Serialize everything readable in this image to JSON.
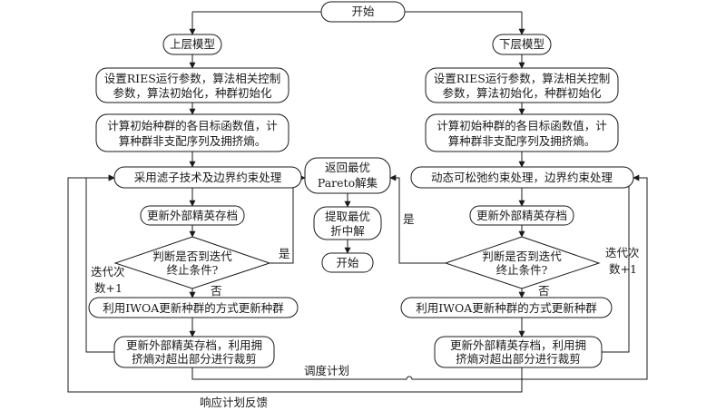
{
  "nodes": {
    "start": "开始",
    "upper_model": "上层模型",
    "lower_model": "下层模型",
    "upper_setup": [
      "设置RIES运行参数，算法相关控制",
      "参数，算法初始化，种群初始化"
    ],
    "lower_setup": [
      "设置RIES运行参数，算法相关控制",
      "参数，算法初始化，种群初始化"
    ],
    "upper_compute": [
      "计算初始种群的各目标函数值，计",
      "算种群非支配序列及拥挤熵。"
    ],
    "lower_compute": [
      "计算初始种群的各目标函数值，计",
      "算种群非支配序列及拥挤熵。"
    ],
    "upper_constraint": "采用滤子技术及边界约束处理",
    "lower_constraint": "动态可松弛约束处理，边界约束处理",
    "upper_update_archive": "更新外部精英存档",
    "lower_update_archive": "更新外部精英存档",
    "upper_decision": [
      "判断是否到迭代",
      "终止条件?"
    ],
    "lower_decision": [
      "判断是否到迭代",
      "终止条件?"
    ],
    "upper_iwoa": "利用IWOA更新种群的方式更新种群",
    "lower_iwoa": "利用IWOA更新种群的方式更新种群",
    "upper_prune": [
      "更新外部精英存档，利用拥",
      "挤熵对超出部分进行裁剪"
    ],
    "lower_prune": [
      "更新外部精英存档，利用拥",
      "挤熵对超出部分进行裁剪"
    ],
    "return_pareto": [
      "返回最优",
      "Pareto解集"
    ],
    "extract_compromise": [
      "提取最优",
      "折中解"
    ],
    "end": "开始"
  },
  "edge_labels": {
    "upper_yes": "是",
    "upper_no": "否",
    "lower_yes": "是",
    "lower_no": "否",
    "upper_iter": [
      "迭代次",
      "数+1"
    ],
    "lower_iter": [
      "迭代次",
      "数+1"
    ],
    "schedule_plan": "调度计划",
    "response_feedback": "响应计划反馈"
  }
}
